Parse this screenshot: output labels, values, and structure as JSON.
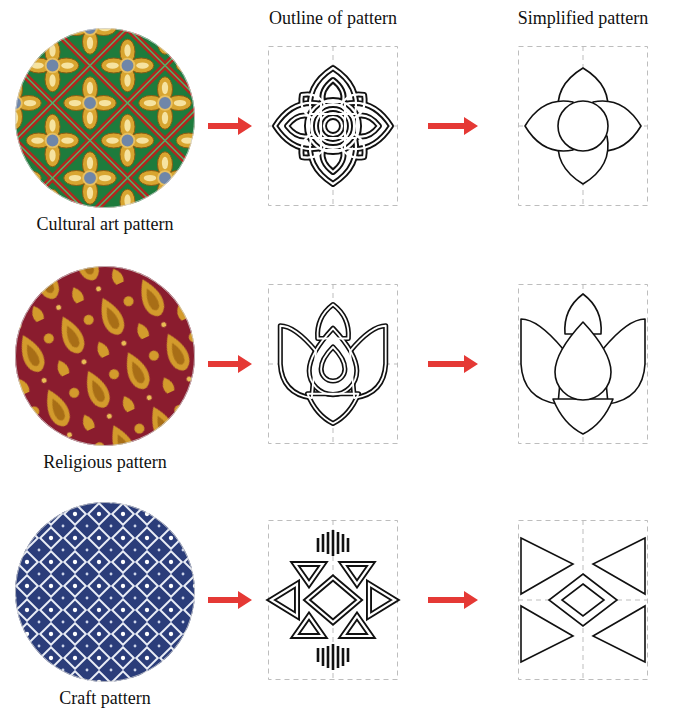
{
  "diagram": {
    "nodes": [
      {
        "text": [
          "Cultural art pattern"
        ]
      },
      {
        "text": [
          "Religious pattern"
        ]
      },
      {
        "text": [
          "Craft pattern"
        ]
      }
    ],
    "labels": [
      "Outline of pattern",
      "Simplified pattern"
    ]
  }
}
